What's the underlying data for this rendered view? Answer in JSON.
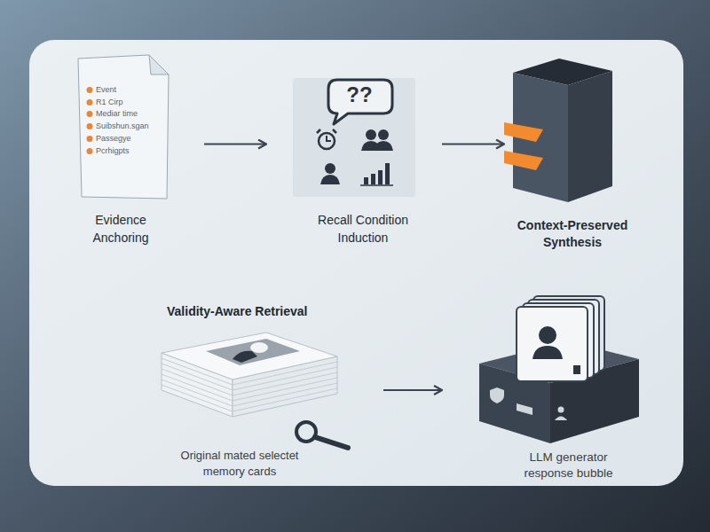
{
  "diagram": {
    "nodes": [
      {
        "text": [
          "Event",
          "R1 Cirp",
          "Mediar time",
          "Suibshun.sgan",
          "Passegye",
          "Pcrhigpts",
          "Evidence Anchoring"
        ]
      },
      {
        "text": [
          "??",
          "Recall Condition Induction"
        ]
      },
      {
        "text": [
          "Context-Preserved Synthesis"
        ]
      },
      {
        "text": [
          "Validity-Aware Retrieval",
          "Original mated selectet memory cards"
        ]
      },
      {
        "text": [
          "LLM generator response bubble"
        ]
      }
    ],
    "edges": [
      {
        "from": 0,
        "to": 1,
        "arrow": "to"
      },
      {
        "from": 1,
        "to": 2,
        "arrow": "to"
      },
      {
        "from": 3,
        "to": 4,
        "arrow": "to"
      }
    ]
  }
}
